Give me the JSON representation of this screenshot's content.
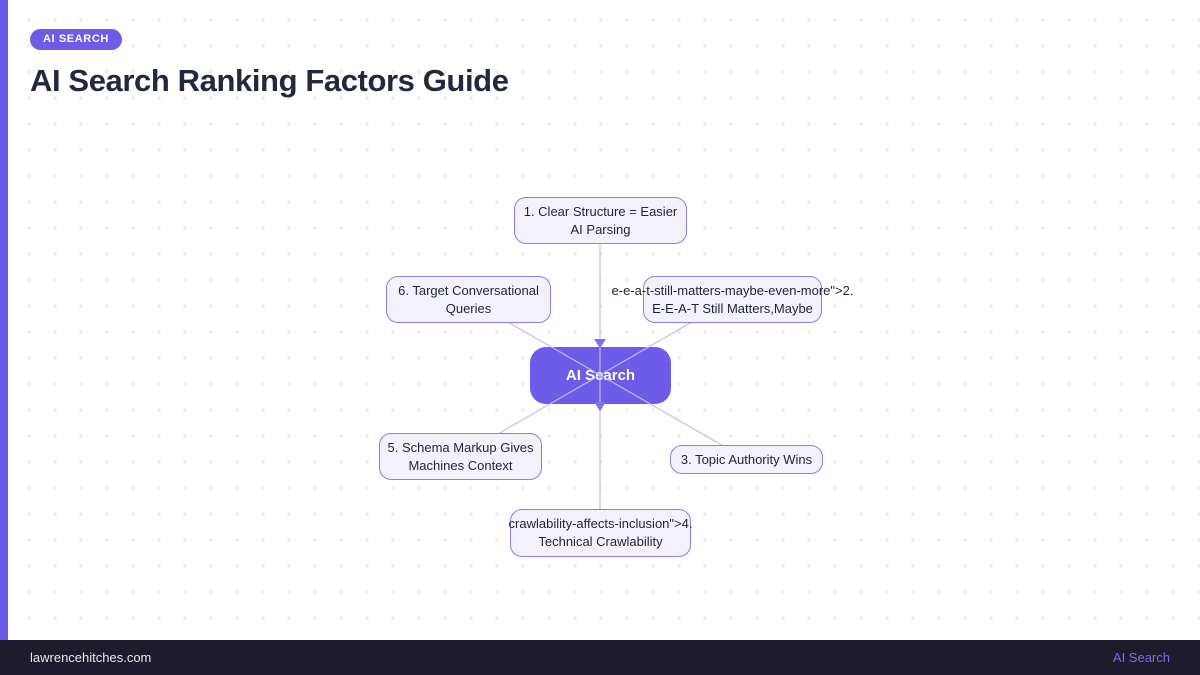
{
  "page": {
    "badge": "AI SEARCH",
    "title": "AI Search Ranking Factors Guide"
  },
  "diagram": {
    "center": {
      "label": "AI Search"
    },
    "nodes": [
      {
        "id": "node-1",
        "lines": [
          "1. Clear Structure = Easier",
          "AI Parsing"
        ]
      },
      {
        "id": "node-2",
        "lines": [
          "e-e-a-t-still-matters-maybe-even-more\">2.",
          "E-E-A-T Still Matters,Maybe"
        ]
      },
      {
        "id": "node-3",
        "lines": [
          "3. Topic Authority Wins",
          ""
        ]
      },
      {
        "id": "node-4",
        "lines": [
          "crawlability-affects-inclusion\">4.",
          "Technical Crawlability"
        ]
      },
      {
        "id": "node-5",
        "lines": [
          "5. Schema Markup Gives",
          "Machines Context"
        ]
      },
      {
        "id": "node-6",
        "lines": [
          "6. Target Conversational",
          "Queries"
        ]
      }
    ]
  },
  "footer": {
    "site": "lawrencehitches.com",
    "link": "AI Search"
  },
  "colors": {
    "accent": "#6c5ce7",
    "node_fill": "#f3f1fc",
    "node_border": "#8b7ce8",
    "edge_line": "#c4bbf1",
    "arrowhead": "#7f71ea",
    "title_text": "#232840",
    "footer_bg": "#1d1b2c",
    "footer_text": "#e9e9ec",
    "footer_link": "#7b6cf0"
  }
}
